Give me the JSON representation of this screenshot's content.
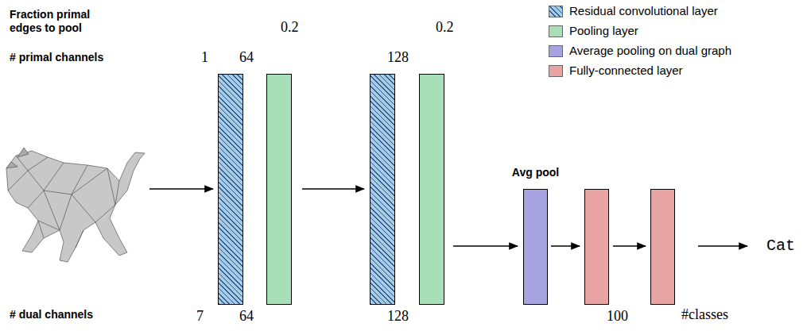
{
  "diagram": {
    "nodes": [
      {
        "text": [
          "Avg pool"
        ]
      }
    ],
    "labels": [
      "Fraction primal edges to pool",
      "# primal channels",
      "# dual channels",
      "0.2",
      "0.2",
      "1",
      "64",
      "128",
      "7",
      "64",
      "128",
      "100",
      "#classes",
      "Cat"
    ],
    "legend": [
      {
        "text": "Residual convolutional layer"
      },
      {
        "text": "Pooling layer",
        "color": "#a8dfb9"
      },
      {
        "text": "Average pooling on dual graph",
        "color": "#a6a3e0"
      },
      {
        "text": "Fully-connected layer",
        "color": "#e8a3a3"
      }
    ]
  }
}
